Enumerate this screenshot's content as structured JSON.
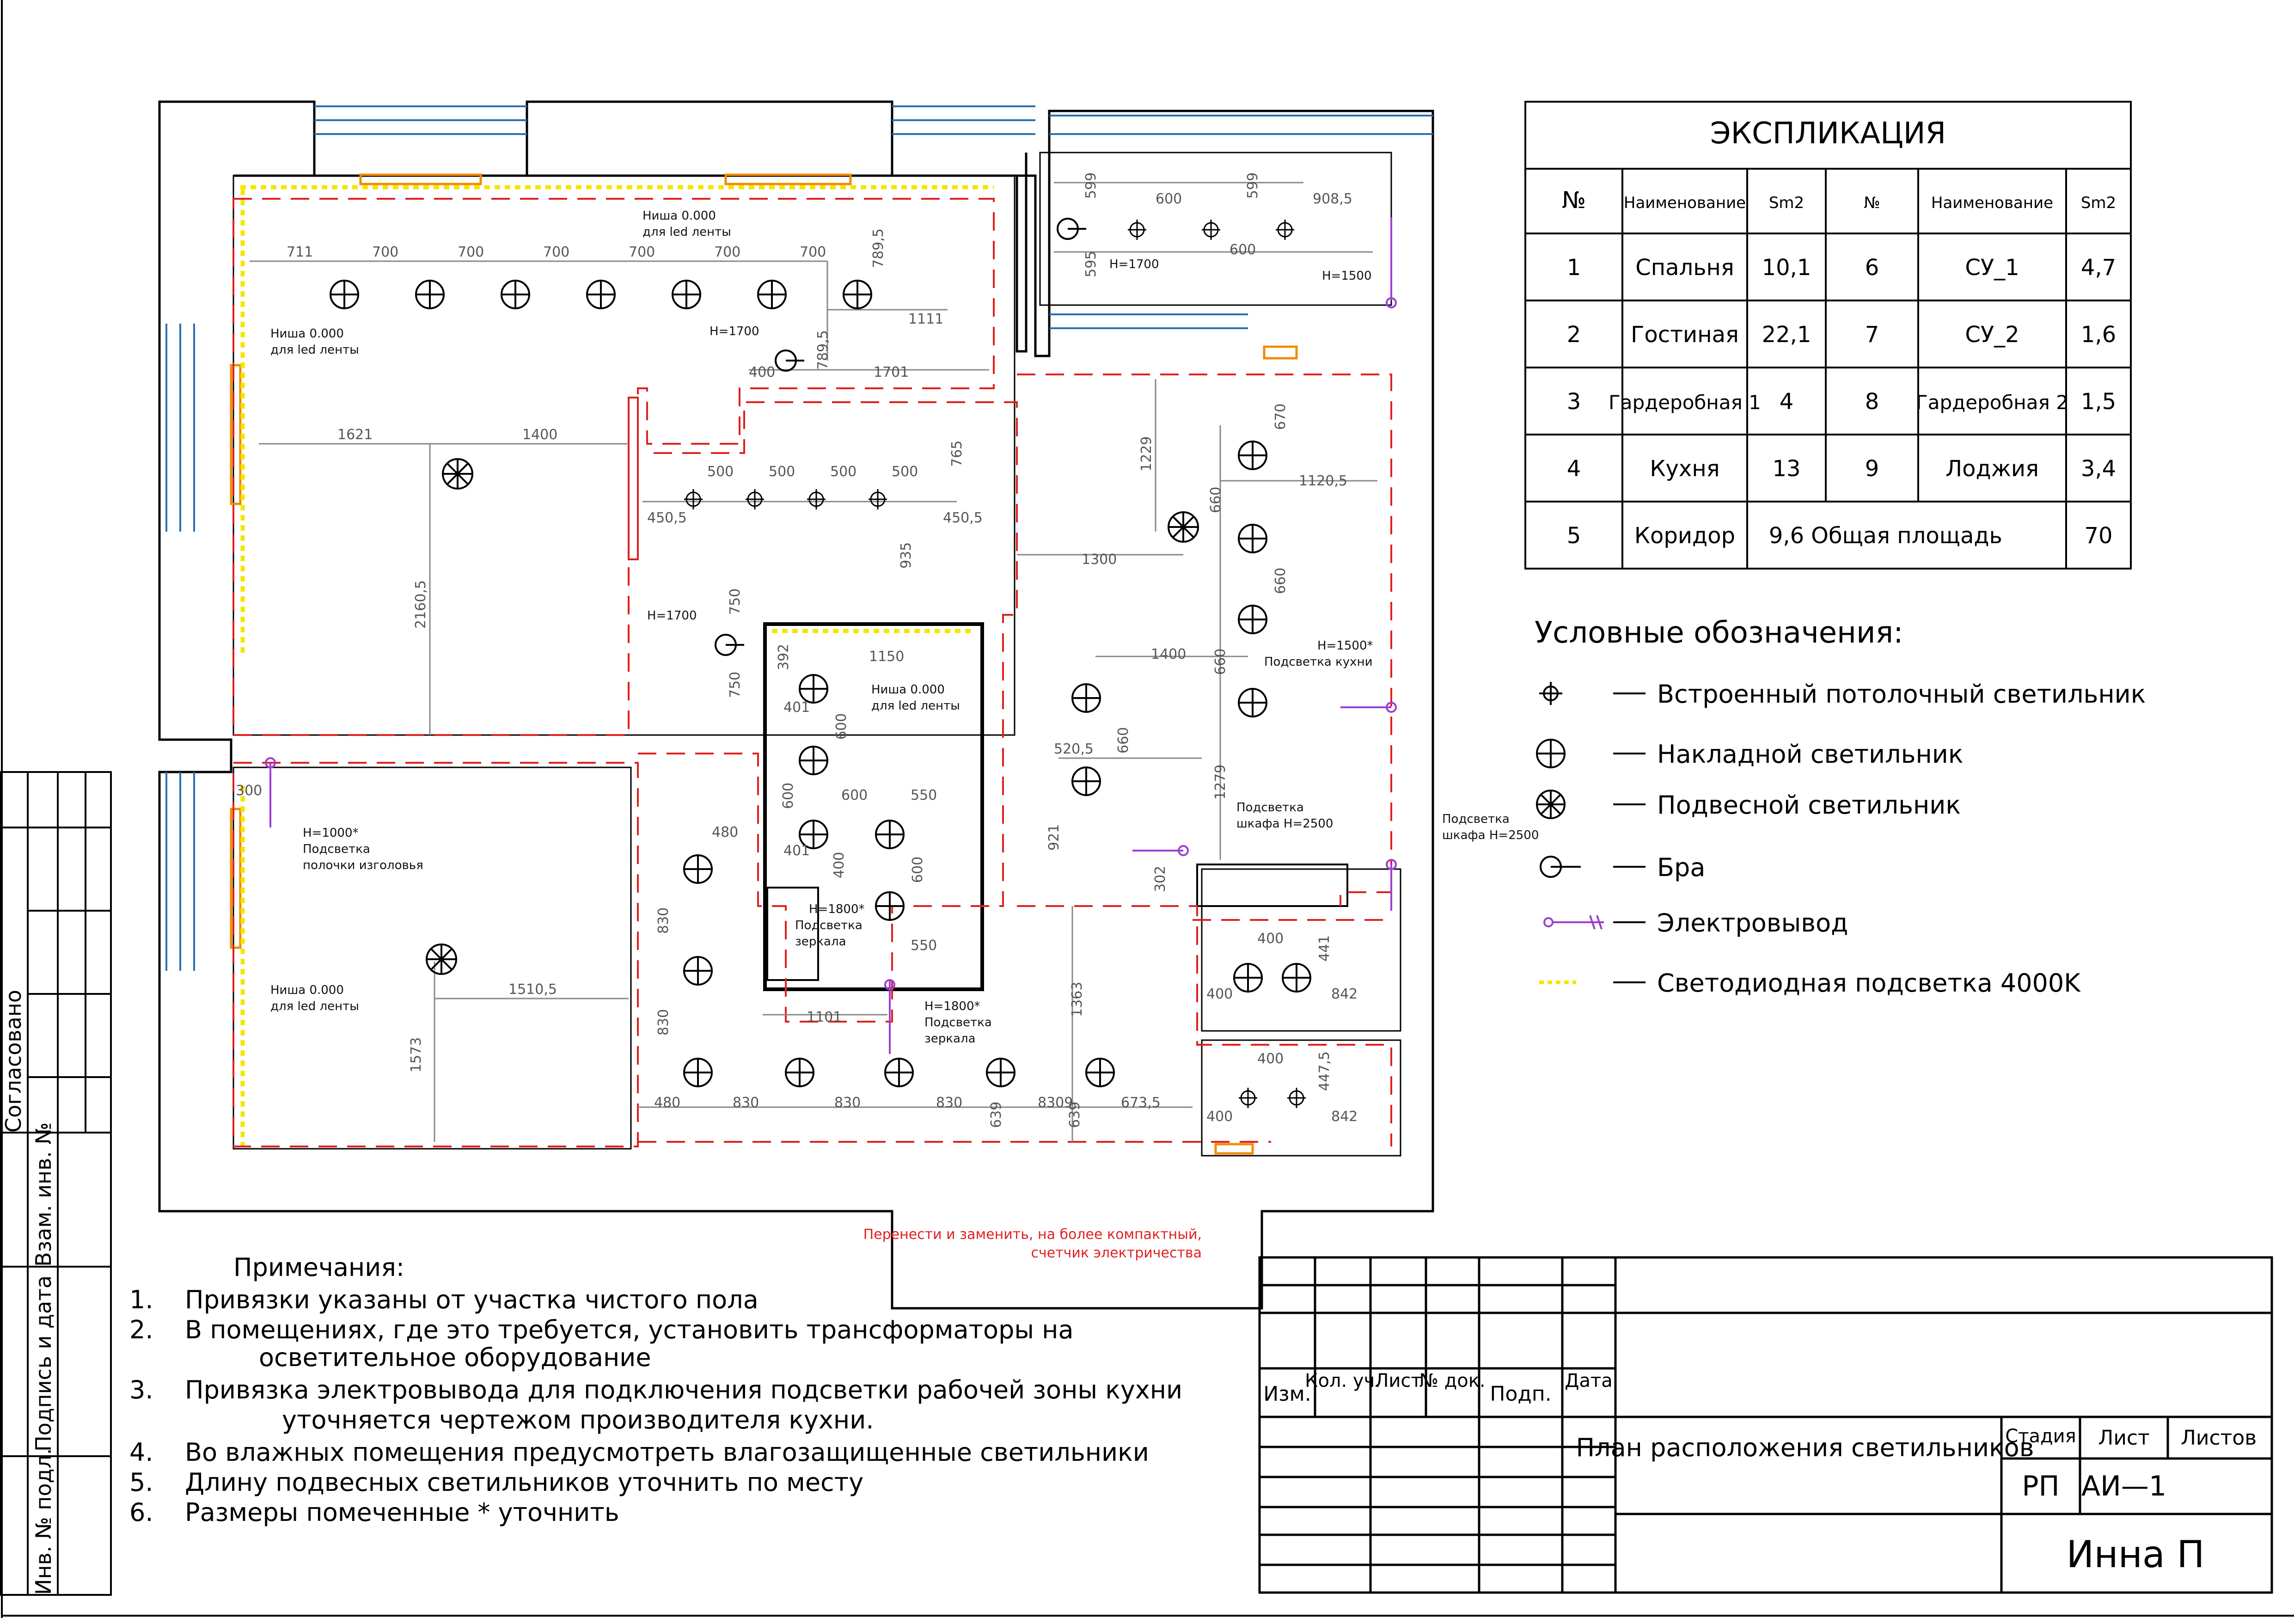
{
  "explication": {
    "title": "ЭКСПЛИКАЦИЯ",
    "headers": [
      "№",
      "Наименование",
      "Sm2",
      "№",
      "Наименование",
      "Sm2"
    ],
    "rows": [
      [
        "1",
        "Спальня",
        "10,1",
        "6",
        "СУ_1",
        "4,7"
      ],
      [
        "2",
        "Гостиная",
        "22,1",
        "7",
        "СУ_2",
        "1,6"
      ],
      [
        "3",
        "Гардеробная 1",
        "4",
        "8",
        "Гардеробная 2",
        "1,5"
      ],
      [
        "4",
        "Кухня",
        "13",
        "9",
        "Лоджия",
        "3,4"
      ],
      [
        "5",
        "Коридор",
        "9,6",
        "Общая площадь",
        "",
        "70"
      ]
    ]
  },
  "legend": {
    "title": "Условные обозначения:",
    "items": [
      {
        "icon": "recessed-ceiling-light-icon",
        "label": "Встроенный потолочный светильник"
      },
      {
        "icon": "surface-light-icon",
        "label": "Накладной светильник"
      },
      {
        "icon": "pendant-light-icon",
        "label": "Подвесной светильник"
      },
      {
        "icon": "sconce-icon",
        "label": "Бра"
      },
      {
        "icon": "electrical-outlet-icon",
        "label": "Электровывод"
      },
      {
        "icon": "led-strip-icon",
        "label": "Светодиодная подсветка 4000K"
      }
    ]
  },
  "notes": {
    "title": "Примечания:",
    "items": [
      {
        "num": "1.",
        "text": "Привязки указаны от участка чистого пола"
      },
      {
        "num": "2.",
        "text": "В помещениях, где это требуется, установить трансформаторы на",
        "cont": "осветительное оборудование"
      },
      {
        "num": "3.",
        "text": "Привязка электровывода для подключения подсветки рабочей зоны кухни",
        "cont": "уточняется чертежом производителя кухни."
      },
      {
        "num": "4.",
        "text": "Во влажных помещения предусмотреть влагозащищенные светильники"
      },
      {
        "num": "5.",
        "text": "Длину подвесных светильников уточнить по месту"
      },
      {
        "num": "6.",
        "text": "Размеры помеченные * уточнить"
      }
    ]
  },
  "side_stamp": {
    "soglasovano": "Согласовано",
    "vzam": "Взам. инв. №",
    "podpis": "Подпись и дата",
    "inv": "Инв. № подл."
  },
  "title_block": {
    "cols": [
      "Изм.",
      "Кол. уч.",
      "Лист",
      "№ док.",
      "Подп.",
      "Дата"
    ],
    "drawing_title": "План расположения светильников",
    "stage_label": "Стадия",
    "sheet_label": "Лист",
    "sheets_label": "Листов",
    "stage": "РП",
    "sheet": "АИ—1",
    "author": "Инна П"
  },
  "plan": {
    "annotations": {
      "niche_top": "Ниша 0.000",
      "niche_top2": "для led ленты",
      "niche_left": "Ниша 0.000",
      "niche_left2": "для led ленты",
      "niche_mid": "Ниша 0.000",
      "niche_mid2": "для led ленты",
      "niche_bed": "Ниша 0.000",
      "niche_bed2": "для led ленты",
      "h1700_a": "H=1700",
      "h1700_b": "H=1700",
      "h1700_c": "H=1700",
      "h1500": "H=1500",
      "h1500k": "H=1500*",
      "kitchen_light": "Подсветка кухни",
      "h1000": "H=1000*",
      "headboard1": "Подсветка",
      "headboard2": "полочки изголовья",
      "h1800a": "H=1800*",
      "mirror_a1": "Подсветка",
      "mirror_a2": "зеркала",
      "h1800b": "H=1800*",
      "mirror_b1": "Подсветка",
      "mirror_b2": "зеркала",
      "cab1a": "Подсветка",
      "cab1b": "шкафа H=2500",
      "cab2a": "Подсветка",
      "cab2b": "шкафа H=2500",
      "meter1": "Перенести и заменить, на более компактный,",
      "meter2": "счетчик электричества"
    },
    "dims": [
      "711",
      "700",
      "700",
      "700",
      "700",
      "700",
      "700",
      "789,5",
      "1111",
      "789,5",
      "400",
      "1701",
      "1621",
      "1400",
      "500",
      "500",
      "500",
      "500",
      "765",
      "450,5",
      "450,5",
      "935",
      "2160,5",
      "750",
      "750",
      "1150",
      "392",
      "401",
      "600",
      "600",
      "401",
      "600",
      "550",
      "400",
      "600",
      "550",
      "1101",
      "480",
      "830",
      "830",
      "480",
      "830",
      "830",
      "830",
      "639",
      "8309",
      "639",
      "673,5",
      "300",
      "1510,5",
      "1573",
      "599",
      "600",
      "599",
      "908,5",
      "600",
      "595",
      "1229",
      "670",
      "1120,5",
      "660",
      "660",
      "1300",
      "1400",
      "660",
      "660",
      "1279",
      "520,5",
      "921",
      "302",
      "1363",
      "400",
      "441",
      "400",
      "842",
      "400",
      "447,5",
      "400",
      "842"
    ]
  },
  "colors": {
    "walls": "#000000",
    "red_dash": "#e02020",
    "led": "#f3e600",
    "window": "#2a6fb0",
    "outlet": "#9b3fd1",
    "radiator": "#f08c00"
  }
}
